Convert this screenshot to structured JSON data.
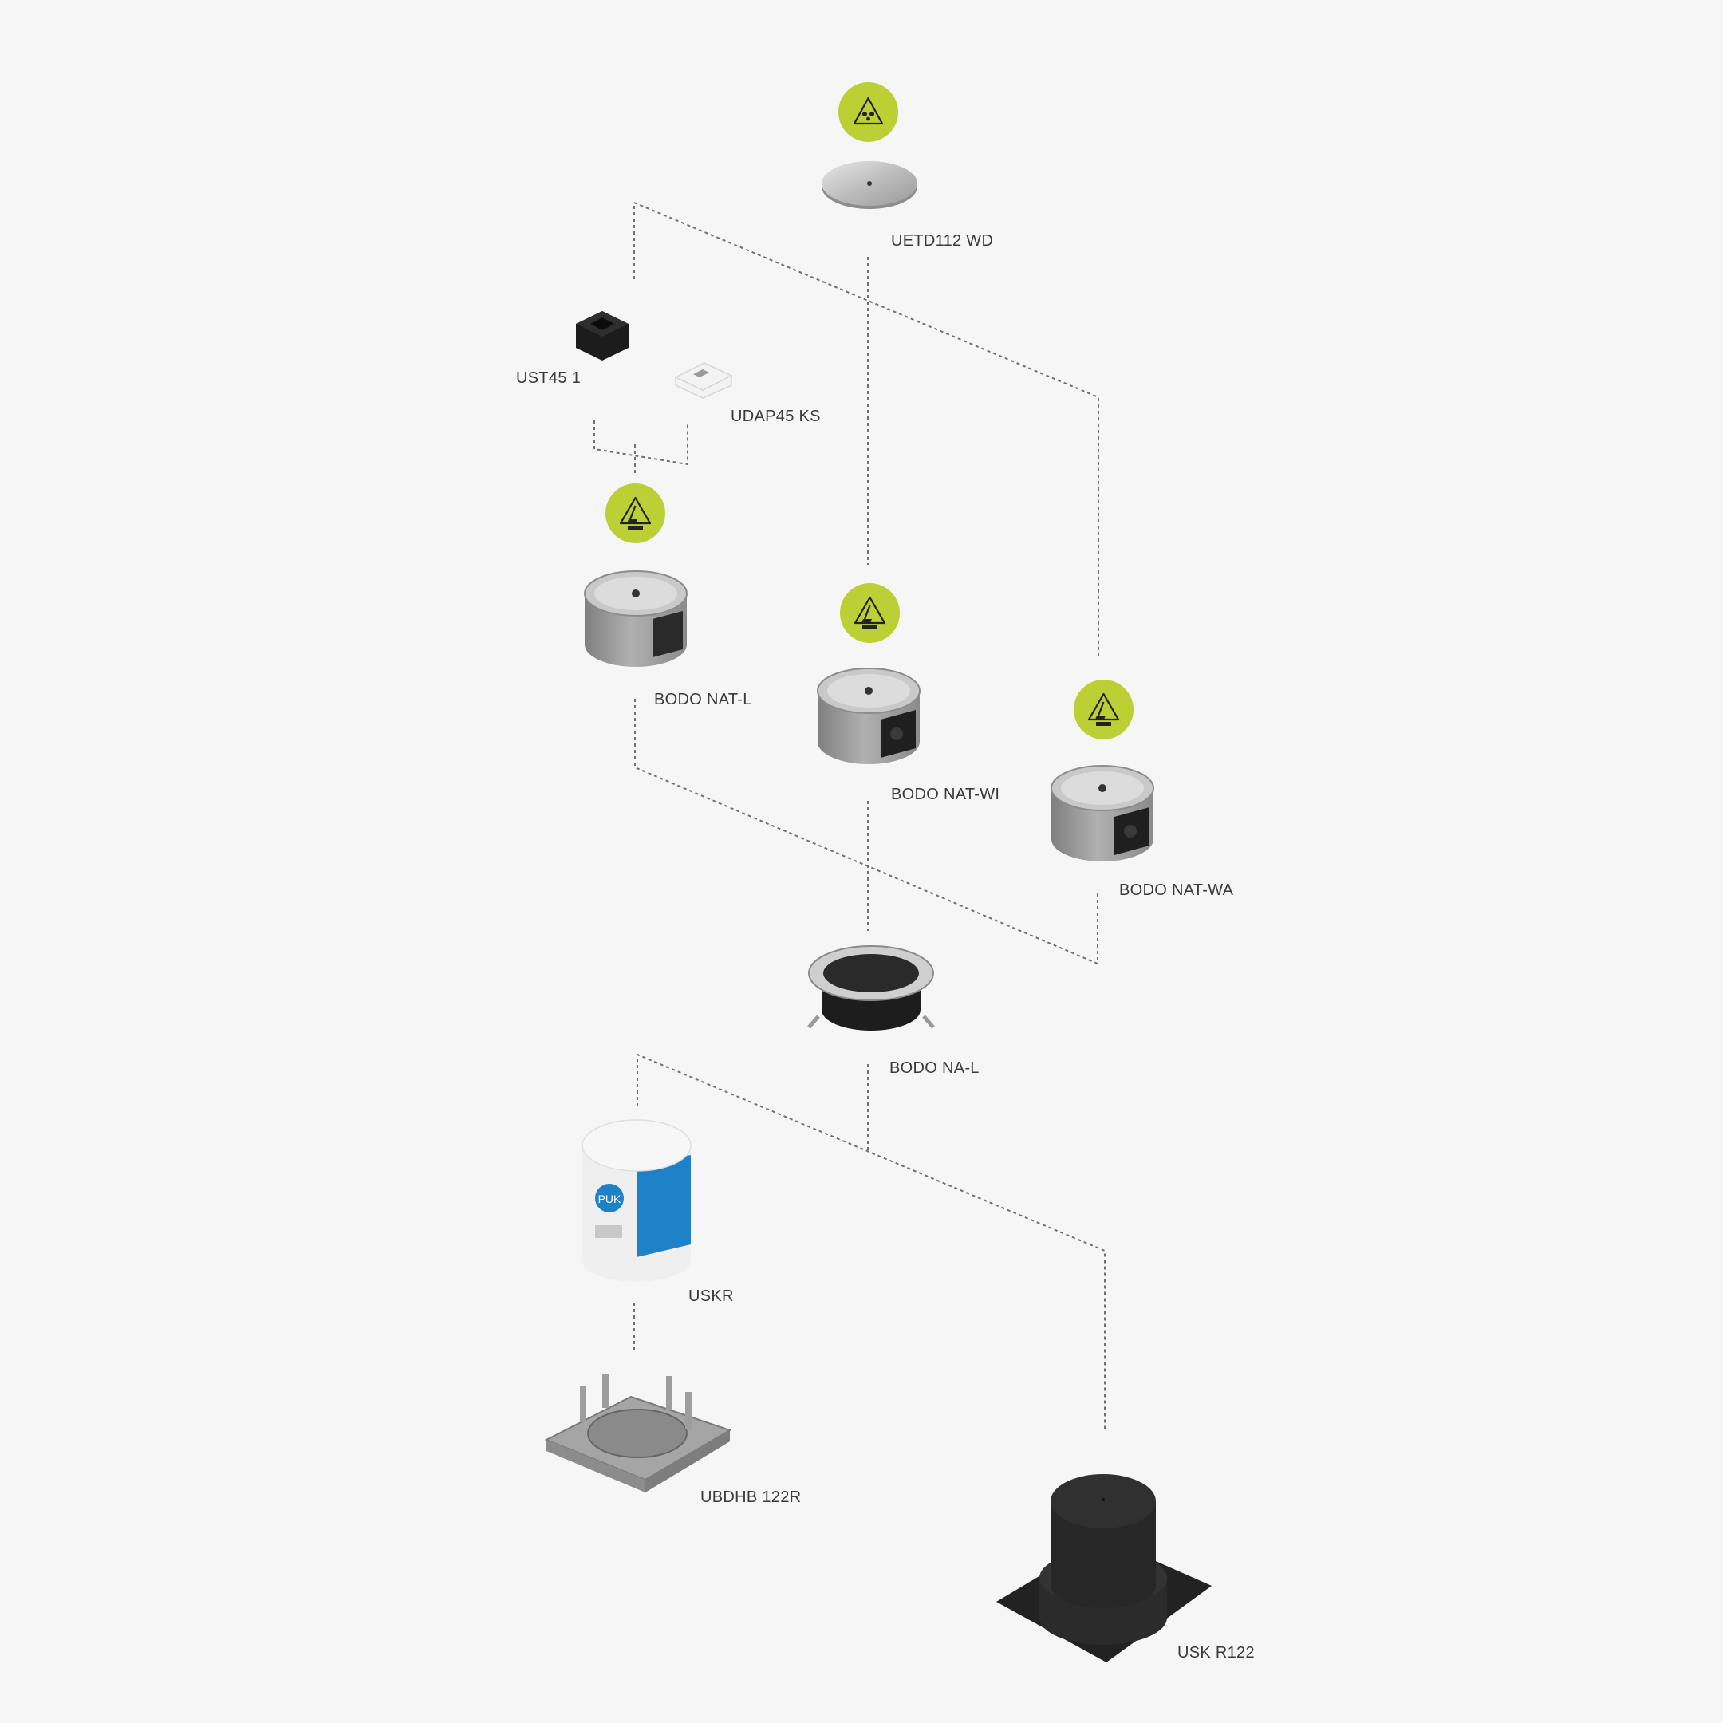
{
  "products": {
    "uetd112": {
      "label": "UETD112 WD",
      "icon": "water-drops-icon"
    },
    "ust451": {
      "label": "UST45 1"
    },
    "udap45": {
      "label": "UDAP45 KS"
    },
    "bodo_nat_l": {
      "label": "BODO NAT-L",
      "icon": "floor-cleaning-icon"
    },
    "bodo_nat_wi": {
      "label": "BODO NAT-WI",
      "icon": "floor-cleaning-icon"
    },
    "bodo_nat_wa": {
      "label": "BODO NAT-WA",
      "icon": "floor-cleaning-icon"
    },
    "bodo_na_l": {
      "label": "BODO NA-L"
    },
    "uskr": {
      "label": "USKR",
      "packaging_brand": "PUK"
    },
    "ubdhb122r": {
      "label": "UBDHB 122R"
    },
    "usk_r122": {
      "label": "USK R122"
    }
  },
  "colors": {
    "background": "#f6f6f6",
    "badge": "#bccf34",
    "connector": "#707070"
  }
}
